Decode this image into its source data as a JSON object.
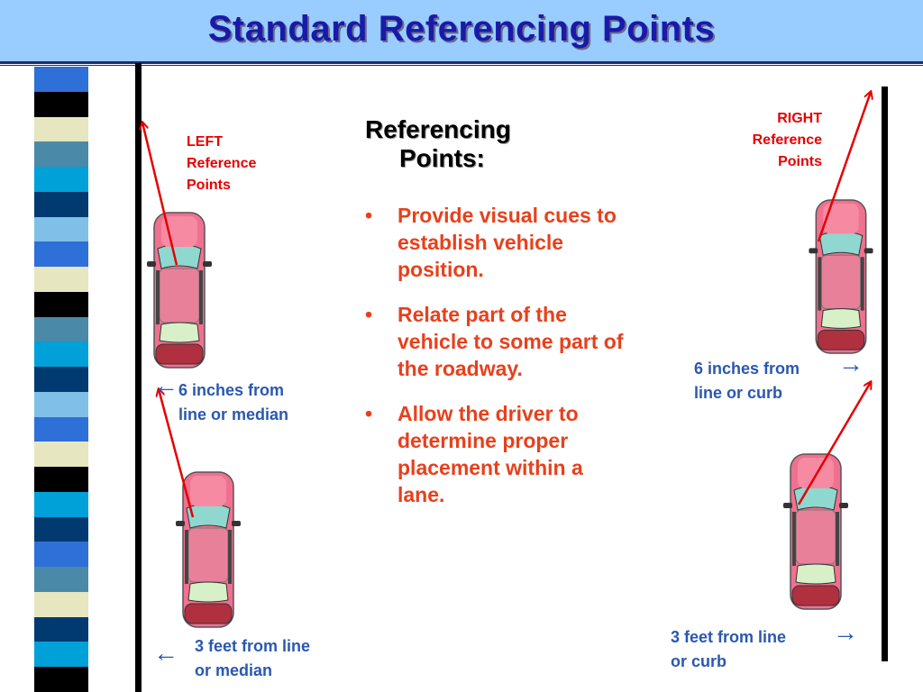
{
  "title": "Standard Referencing Points",
  "heading": {
    "line1": "Referencing",
    "line2": "Points:"
  },
  "bullets": [
    "Provide visual cues to establish vehicle position.",
    "Relate part of the vehicle to some part of the roadway.",
    "Allow the driver to determine proper placement within a lane."
  ],
  "left_label": {
    "line1": "LEFT",
    "line2": "Reference",
    "line3": "Points"
  },
  "right_label": {
    "line1": "RIGHT",
    "line2": "Reference",
    "line3": "Points"
  },
  "left_notes": {
    "six_inches": {
      "line1": "6 inches from",
      "line2": "line or median"
    },
    "three_feet": {
      "line1": "3 feet from line",
      "line2": "or median"
    }
  },
  "right_notes": {
    "six_inches": {
      "line1": "6 inches from",
      "line2": "line or curb"
    },
    "three_feet": {
      "line1": "3 feet from line",
      "line2": "or curb"
    }
  },
  "arrows": {
    "left": "←",
    "right": "→"
  },
  "bullet_glyph": "•",
  "colors": {
    "header_bg": "#99ccff",
    "title": "#1a1aa8",
    "red_text": "#e60000",
    "bullet_text": "#e8401c",
    "blue_text": "#2a58b0",
    "car_body": "#f07090",
    "sight_line": "#e60000"
  },
  "stripe_colors": [
    "#2f6fd8",
    "#000000",
    "#e6e6c0",
    "#4a8aa8",
    "#00a0d8",
    "#003a70",
    "#80c0e8",
    "#2f6fd8",
    "#e6e6c0",
    "#000000",
    "#4a8aa8",
    "#00a0d8",
    "#003a70",
    "#80c0e8",
    "#2f6fd8",
    "#e6e6c0",
    "#000000",
    "#00a0d8",
    "#003a70",
    "#2f6fd8",
    "#4a8aa8",
    "#e6e6c0",
    "#003a70",
    "#00a0d8",
    "#000000"
  ]
}
